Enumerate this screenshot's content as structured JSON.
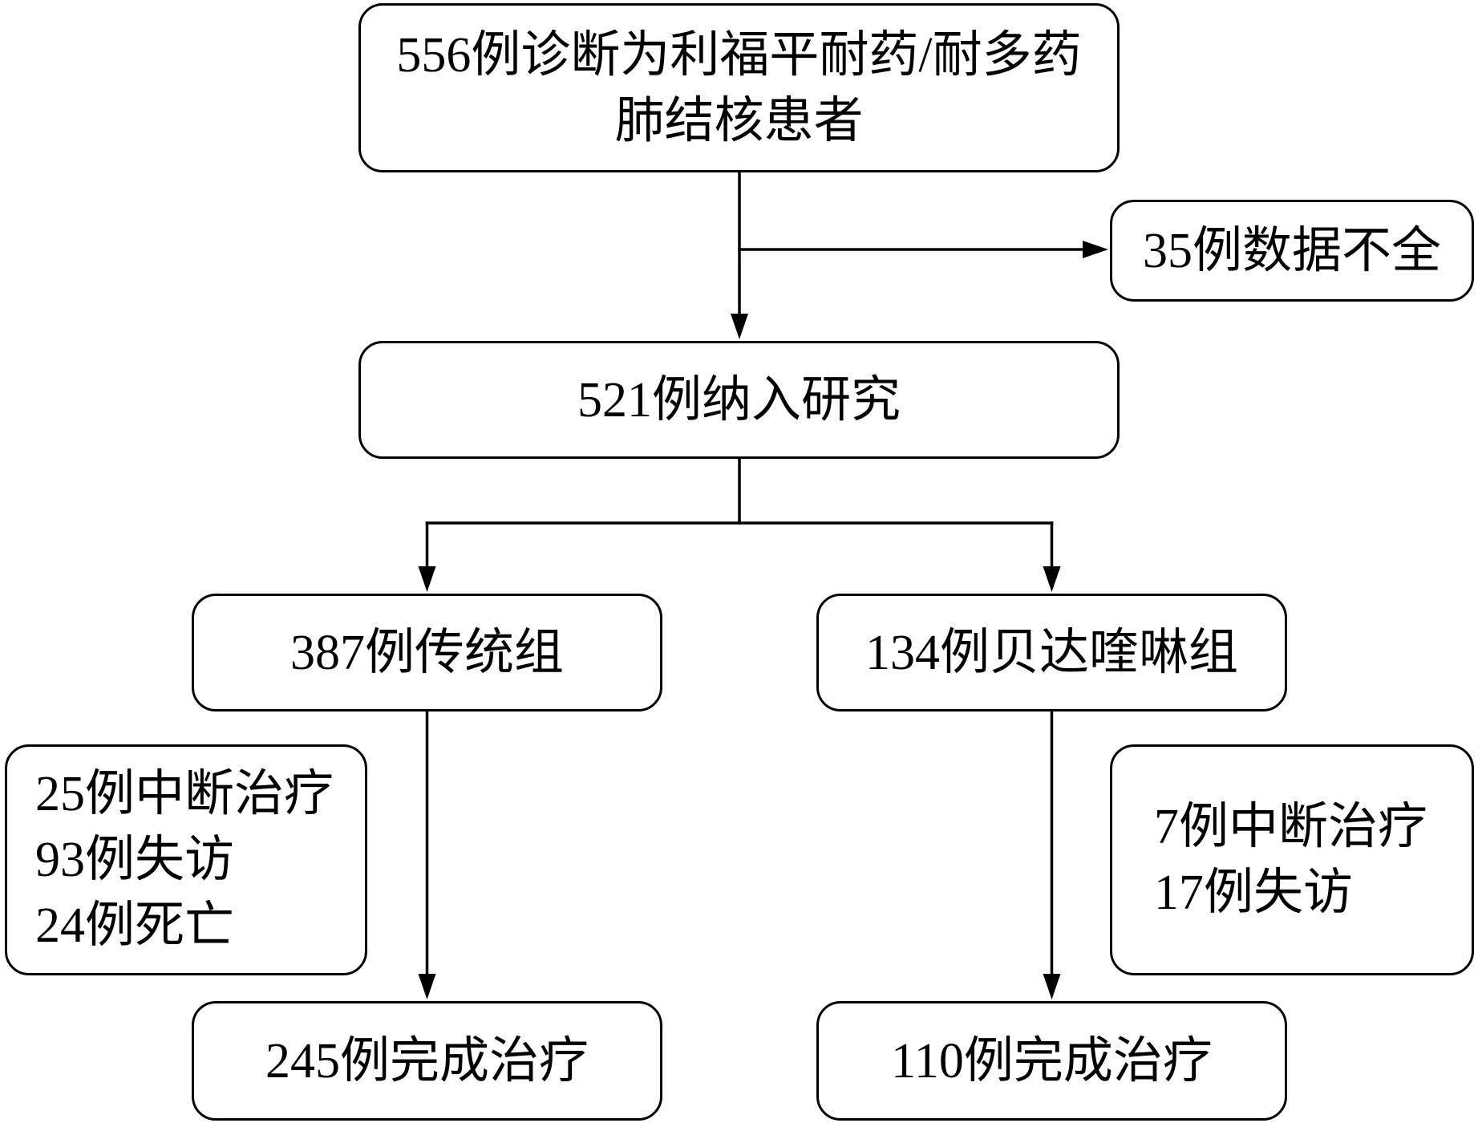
{
  "colors": {
    "stroke": "#000000",
    "text": "#000000",
    "background": "#ffffff"
  },
  "screening": {
    "line1": "556例诊断为利福平耐药/耐多药",
    "line2": "肺结核患者"
  },
  "excluded": {
    "label": "35例数据不全"
  },
  "enrolled": {
    "label": "521例纳入研究"
  },
  "groups": {
    "traditional": {
      "label": "387例传统组",
      "dropouts": [
        "25例中断治疗",
        "93例失访",
        "24例死亡"
      ],
      "completed": "245例完成治疗"
    },
    "bedaquiline": {
      "label": "134例贝达喹啉组",
      "dropouts": [
        "7例中断治疗",
        "17例失访"
      ],
      "completed": "110例完成治疗"
    }
  }
}
